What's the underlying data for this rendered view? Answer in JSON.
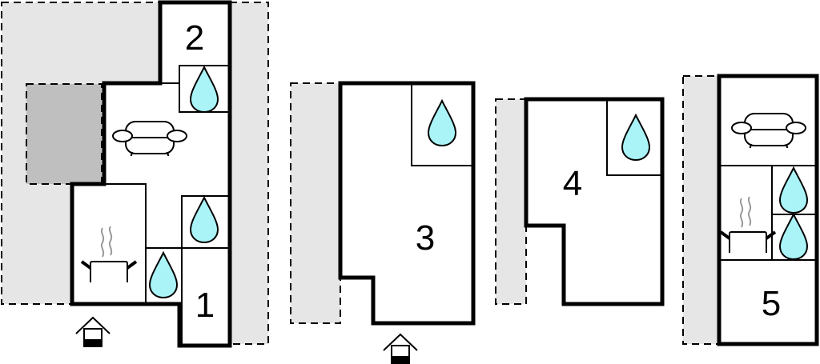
{
  "colors": {
    "water": "#aaf4f8",
    "outdoor": "#e6e6e6",
    "covered": "#bfbfbf",
    "steam": "#999999"
  },
  "plans": [
    {
      "rooms": [
        {
          "label": "2"
        },
        {
          "label": "1"
        }
      ],
      "icons": [
        "water-drop-icon",
        "water-drop-icon",
        "water-drop-icon",
        "sofa-icon",
        "cooking-pot-icon",
        "entrance-icon"
      ]
    },
    {
      "rooms": [
        {
          "label": "3"
        }
      ],
      "icons": [
        "water-drop-icon",
        "entrance-icon"
      ]
    },
    {
      "rooms": [
        {
          "label": "4"
        }
      ],
      "icons": [
        "water-drop-icon"
      ]
    },
    {
      "rooms": [
        {
          "label": "5"
        }
      ],
      "icons": [
        "sofa-icon",
        "cooking-pot-icon",
        "water-drop-icon",
        "water-drop-icon"
      ]
    }
  ]
}
